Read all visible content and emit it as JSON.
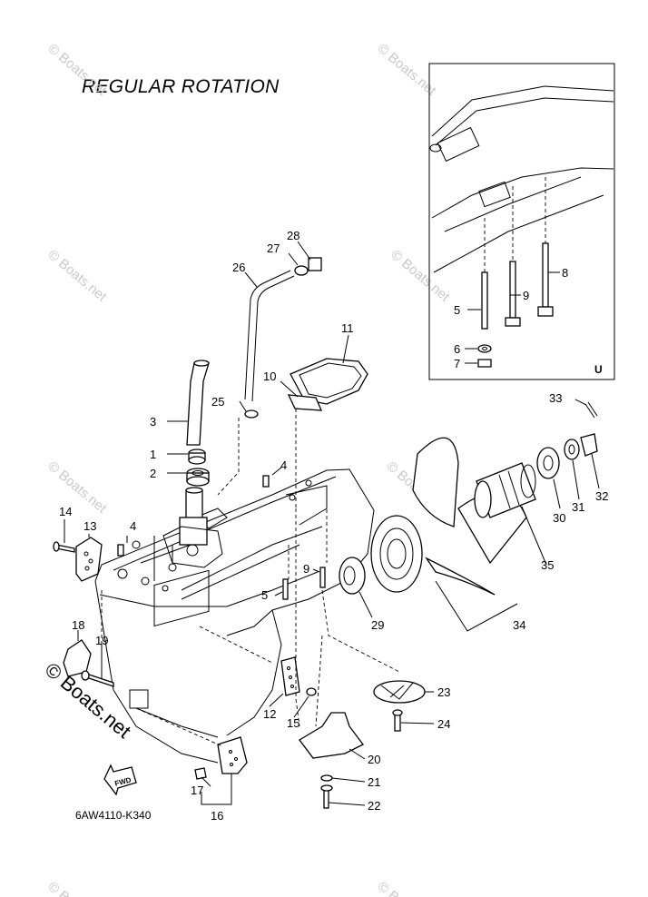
{
  "diagram": {
    "title": "REGULAR ROTATION",
    "diagram_code": "6AW4110-K340",
    "inset_marker": "U",
    "fwd_label": "FWD",
    "watermark_small": "© Boats.net",
    "watermark_large": "© Boats.net"
  },
  "parts": [
    {
      "id": "1",
      "label": "1"
    },
    {
      "id": "2",
      "label": "2"
    },
    {
      "id": "3",
      "label": "3"
    },
    {
      "id": "4a",
      "label": "4"
    },
    {
      "id": "4b",
      "label": "4"
    },
    {
      "id": "5a",
      "label": "5"
    },
    {
      "id": "5b",
      "label": "5"
    },
    {
      "id": "6",
      "label": "6"
    },
    {
      "id": "7",
      "label": "7"
    },
    {
      "id": "8",
      "label": "8"
    },
    {
      "id": "9a",
      "label": "9"
    },
    {
      "id": "9b",
      "label": "9"
    },
    {
      "id": "10",
      "label": "10"
    },
    {
      "id": "11",
      "label": "11"
    },
    {
      "id": "12",
      "label": "12"
    },
    {
      "id": "13",
      "label": "13"
    },
    {
      "id": "14",
      "label": "14"
    },
    {
      "id": "15",
      "label": "15"
    },
    {
      "id": "16",
      "label": "16"
    },
    {
      "id": "17",
      "label": "17"
    },
    {
      "id": "18",
      "label": "18"
    },
    {
      "id": "19",
      "label": "19"
    },
    {
      "id": "20",
      "label": "20"
    },
    {
      "id": "21",
      "label": "21"
    },
    {
      "id": "22",
      "label": "22"
    },
    {
      "id": "23",
      "label": "23"
    },
    {
      "id": "24",
      "label": "24"
    },
    {
      "id": "25",
      "label": "25"
    },
    {
      "id": "26",
      "label": "26"
    },
    {
      "id": "27",
      "label": "27"
    },
    {
      "id": "28",
      "label": "28"
    },
    {
      "id": "29",
      "label": "29"
    },
    {
      "id": "30",
      "label": "30"
    },
    {
      "id": "31",
      "label": "31"
    },
    {
      "id": "32",
      "label": "32"
    },
    {
      "id": "33",
      "label": "33"
    },
    {
      "id": "34",
      "label": "34"
    },
    {
      "id": "35",
      "label": "35"
    }
  ]
}
